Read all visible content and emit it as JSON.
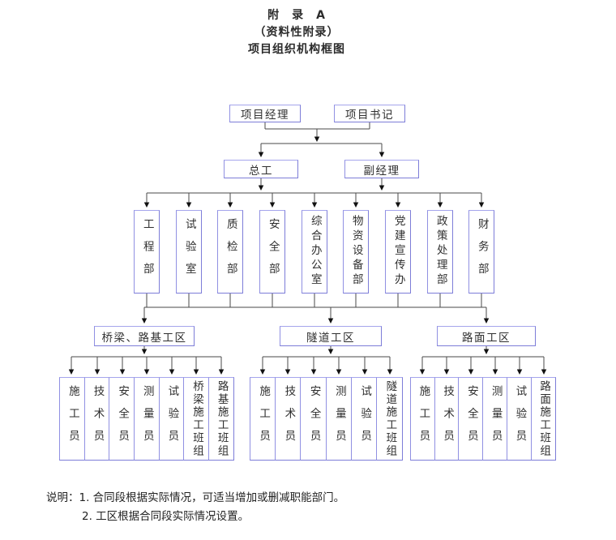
{
  "page": {
    "title_line1": "附　录　A",
    "title_line2": "（资料性附录）",
    "title_line3": "项目组织机构框图"
  },
  "org_chart": {
    "level1": [
      "项目经理",
      "项目书记"
    ],
    "level2": [
      "总工",
      "副经理"
    ],
    "departments": [
      "工程部",
      "试验室",
      "质检部",
      "安全部",
      "综合办公室",
      "物资设备部",
      "党建宣传办",
      "政策处理部",
      "财务部"
    ],
    "work_zones": [
      {
        "label": "桥梁、路基工区",
        "teams": [
          "施工员",
          "技术员",
          "安全员",
          "测量员",
          "试验员",
          "桥梁施工班组",
          "路基施工班组"
        ]
      },
      {
        "label": "隧道工区",
        "teams": [
          "施工员",
          "技术员",
          "安全员",
          "测量员",
          "试验员",
          "隧道施工班组"
        ]
      },
      {
        "label": "路面工区",
        "teams": [
          "施工员",
          "技术员",
          "安全员",
          "测量员",
          "试验员",
          "路面施工班组"
        ]
      }
    ]
  },
  "notes": {
    "prefix": "说明：",
    "items": [
      "1. 合同段根据实际情况，可适当增加或删减职能部门。",
      "2. 工区根据合同段实际情况设置。"
    ]
  },
  "colors": {
    "box_border": "#7d7dd8",
    "connector_line": "#4a4a4a",
    "arrowhead": "#111111",
    "text": "#2b2b2b"
  }
}
